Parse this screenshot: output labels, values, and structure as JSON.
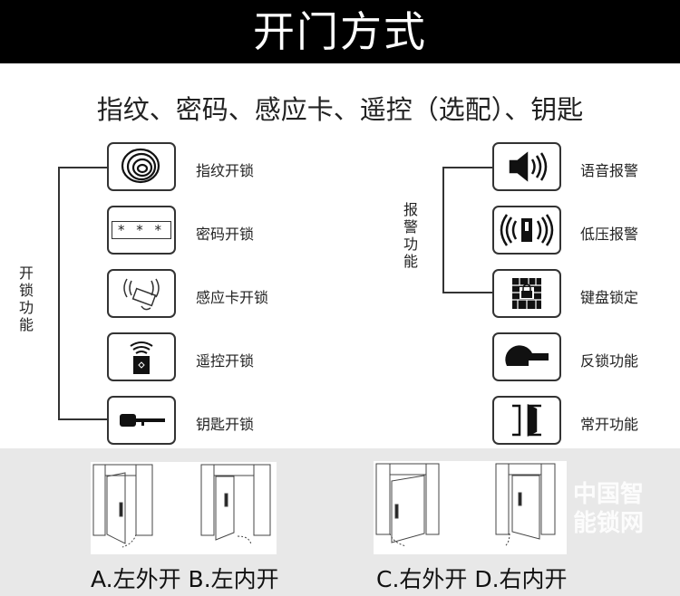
{
  "header": {
    "title": "开门方式"
  },
  "subtitle": "指纹、密码、感应卡、遥控（选配）、钥匙",
  "unlock": {
    "group_label": "开锁功能",
    "items": [
      {
        "label": "指纹开锁",
        "icon": "fingerprint-icon"
      },
      {
        "label": "密码开锁",
        "icon": "password-icon",
        "text": "* * *"
      },
      {
        "label": "感应卡开锁",
        "icon": "card-icon"
      },
      {
        "label": "遥控开锁",
        "icon": "remote-icon"
      },
      {
        "label": "钥匙开锁",
        "icon": "key-icon"
      }
    ]
  },
  "alarm": {
    "group_label": "报警功能",
    "items": [
      {
        "label": "语音报警",
        "icon": "speaker-icon"
      },
      {
        "label": "低压报警",
        "icon": "battery-icon"
      },
      {
        "label": "键盘锁定",
        "icon": "keypad-lock-icon"
      },
      {
        "label": "反锁功能",
        "icon": "handle-icon"
      },
      {
        "label": "常开功能",
        "icon": "door-open-icon"
      }
    ]
  },
  "doors": {
    "caption_left": "A.左外开 B.左内开",
    "caption_right": "C.右外开 D.右内开"
  },
  "watermark": "中国智能锁网"
}
